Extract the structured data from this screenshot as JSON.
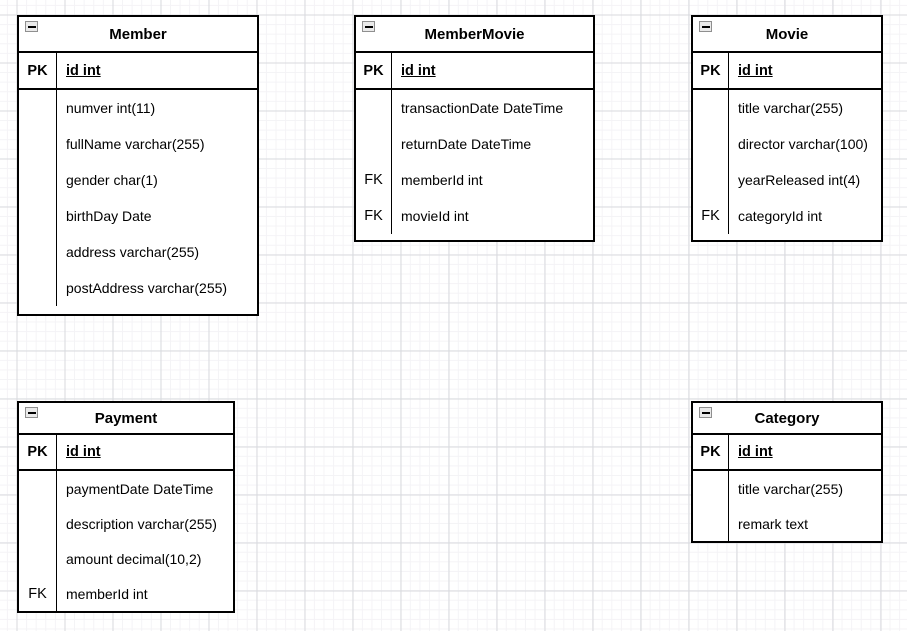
{
  "canvas": {
    "background_color": "#ffffff",
    "grid_minor_color": "#f4f3f6",
    "grid_major_color": "#d8dade",
    "table_border_color": "#000000",
    "icons": {
      "collapse": "minus-box"
    }
  },
  "tables": {
    "member": {
      "title": "Member",
      "pk_label": "PK",
      "pk_field": "id int",
      "rows": [
        {
          "key": "",
          "field": "numver int(11)"
        },
        {
          "key": "",
          "field": "fullName varchar(255)"
        },
        {
          "key": "",
          "field": "gender char(1)"
        },
        {
          "key": "",
          "field": "birthDay Date"
        },
        {
          "key": "",
          "field": "address varchar(255)"
        },
        {
          "key": "",
          "field": "postAddress varchar(255)"
        }
      ]
    },
    "memberMovie": {
      "title": "MemberMovie",
      "pk_label": "PK",
      "pk_field": "id int",
      "rows": [
        {
          "key": "",
          "field": "transactionDate DateTime"
        },
        {
          "key": "",
          "field": "returnDate DateTime"
        },
        {
          "key": "FK",
          "field": "memberId int"
        },
        {
          "key": "FK",
          "field": "movieId int"
        }
      ]
    },
    "movie": {
      "title": "Movie",
      "pk_label": "PK",
      "pk_field": "id int",
      "rows": [
        {
          "key": "",
          "field": "title varchar(255)"
        },
        {
          "key": "",
          "field": "director varchar(100)"
        },
        {
          "key": "",
          "field": "yearReleased int(4)"
        },
        {
          "key": "FK",
          "field": "categoryId int"
        }
      ]
    },
    "payment": {
      "title": "Payment",
      "pk_label": "PK",
      "pk_field": "id int",
      "rows": [
        {
          "key": "",
          "field": "paymentDate DateTime"
        },
        {
          "key": "",
          "field": "description varchar(255)"
        },
        {
          "key": "",
          "field": "amount decimal(10,2)"
        },
        {
          "key": "FK",
          "field": "memberId int"
        }
      ]
    },
    "category": {
      "title": "Category",
      "pk_label": "PK",
      "pk_field": "id int",
      "rows": [
        {
          "key": "",
          "field": "title varchar(255)"
        },
        {
          "key": "",
          "field": "remark text"
        }
      ]
    }
  }
}
